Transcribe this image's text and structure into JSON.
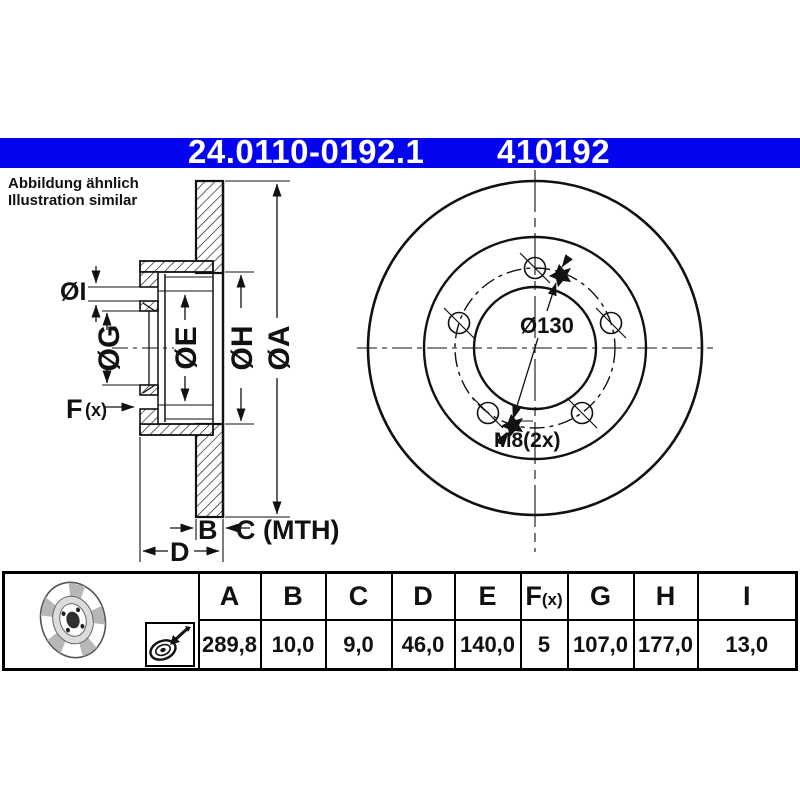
{
  "colors": {
    "accent_blue": "#0404ee",
    "line": "#111111"
  },
  "header": {
    "part_number": "24.0110-0192.1",
    "reference_number": "410192"
  },
  "note": {
    "line1": "Abbildung ähnlich",
    "line2": "Illustration similar"
  },
  "drawing": {
    "dim_i": "ØI",
    "dim_g": "ØG",
    "dim_e": "ØE",
    "dim_h": "ØH",
    "dim_a": "ØA",
    "dim_f": "F",
    "dim_f_suffix": "(x)",
    "dim_b": "B",
    "dim_c": "C (MTH)",
    "dim_d": "D",
    "bolt_circle_diameter": "Ø130",
    "thread_spec": "M8(2x)"
  },
  "table": {
    "headers": [
      "A",
      "B",
      "C",
      "D",
      "E",
      "F",
      "G",
      "H",
      "I"
    ],
    "header_f_suffix": "(x)",
    "values": [
      "289,8",
      "10,0",
      "9,0",
      "46,0",
      "140,0",
      "5",
      "107,0",
      "177,0",
      "13,0"
    ]
  }
}
